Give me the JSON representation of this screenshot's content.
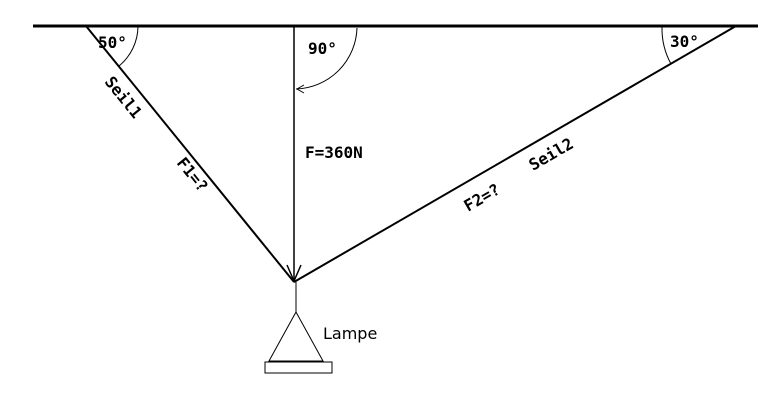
{
  "angles": {
    "left": "50°",
    "center": "90°",
    "right": "30°"
  },
  "ropes": {
    "left_name": "Seil1",
    "left_force": "F1=?",
    "right_name": "Seil2",
    "right_force": "F2=?"
  },
  "load": {
    "force": "F=360N",
    "object": "Lampe"
  }
}
